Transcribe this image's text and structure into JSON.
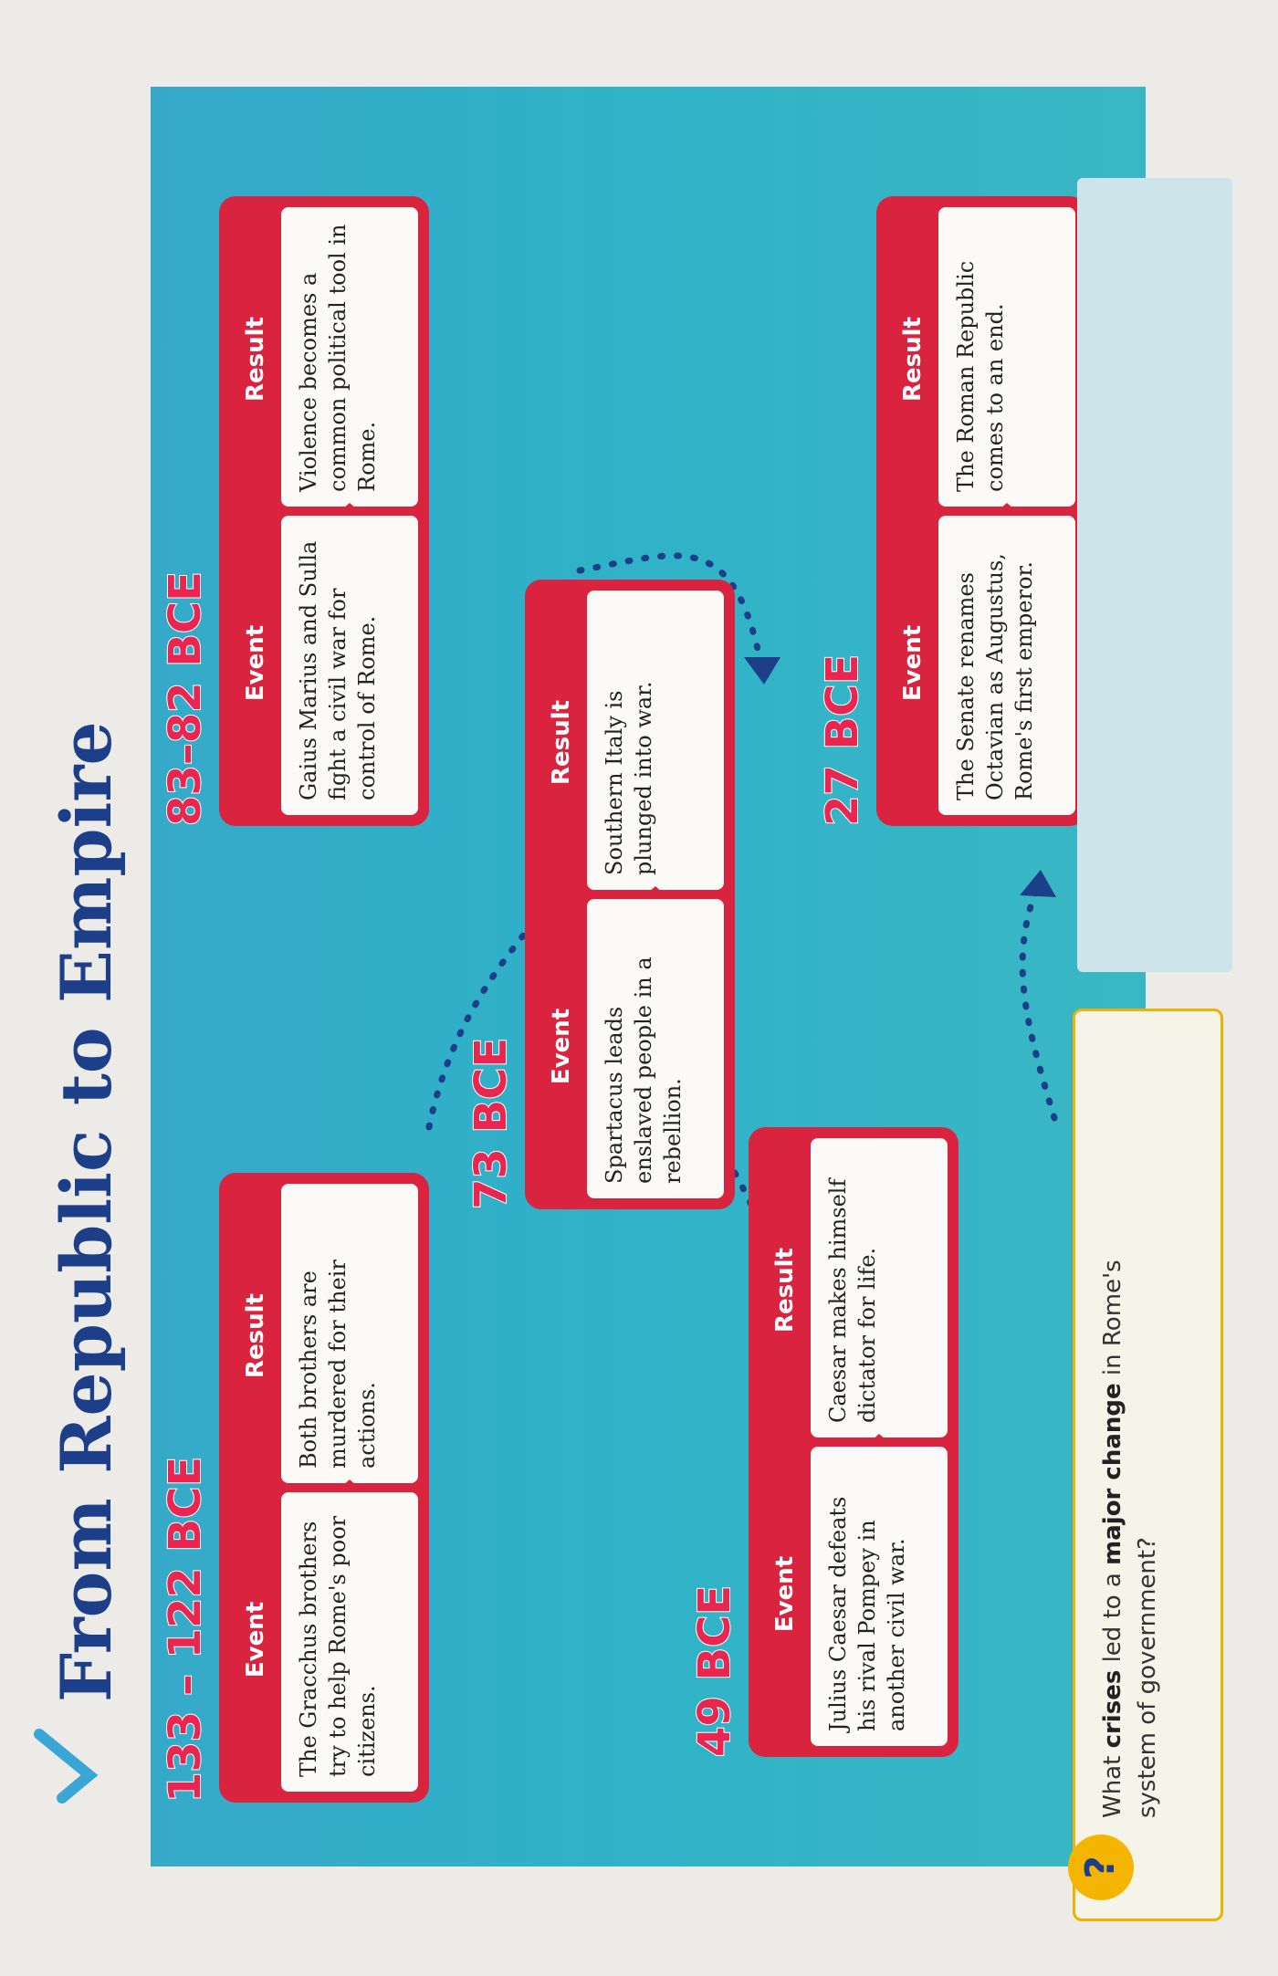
{
  "title": "From Republic to Empire",
  "headers": {
    "event": "Event",
    "result": "Result"
  },
  "events": [
    {
      "date": "133 – 122 BCE",
      "event": "The Gracchus brothers try to help Rome's poor citizens.",
      "result": "Both brothers are murdered for their actions."
    },
    {
      "date": "83–82 BCE",
      "event": "Gaius Marius and Sulla fight a civil war for control of Rome.",
      "result": "Violence becomes a common political tool in Rome."
    },
    {
      "date": "73 BCE",
      "event": "Spartacus leads enslaved people in a rebellion.",
      "result": "Southern Italy is plunged into war."
    },
    {
      "date": "49 BCE",
      "event": "Julius Caesar defeats his rival Pompey in another civil war.",
      "result": "Caesar makes himself dictator for life."
    },
    {
      "date": "27 BCE",
      "event": "The Senate renames Octavian as Augustus, Rome's first emperor.",
      "result": "The Roman Republic comes to an end."
    }
  ],
  "question": {
    "badge": "?",
    "part1": "What ",
    "crises": "crises",
    "part2": " led to a ",
    "major_change": "major change",
    "part3": " in Rome's",
    "line2": "system of government?"
  },
  "colors": {
    "card": "#d9233f",
    "panel": "#2fb2c8",
    "title": "#1d3f8a",
    "badge": "#f5b400"
  }
}
